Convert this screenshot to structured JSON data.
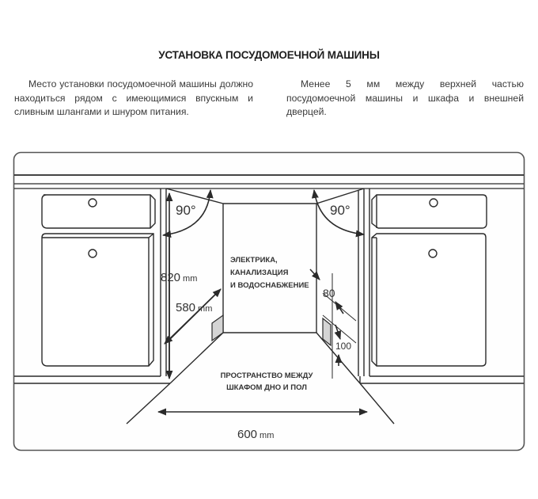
{
  "header": {
    "title": "УСТАНОВКА ПОСУДОМОЕЧНОЙ МАШИНЫ"
  },
  "instructions": {
    "left": "Место установки посудомоечной машины должно находиться рядом с имеющимися впускным и сливным шлангами и шнуром питания.",
    "right": "Менее 5 мм между верхней частью посудомоечной машины и шкафа и внешней дверцей."
  },
  "diagram": {
    "left_angle": "90°",
    "right_angle": "90°",
    "height_value": "820",
    "height_unit": "mm",
    "depth_value": "580",
    "depth_unit": "mm",
    "width_value": "600",
    "width_unit": "mm",
    "side_gap_top": "80",
    "side_gap_bottom": "100",
    "utilities_label": [
      "ЭЛЕКТРИКА,",
      "КАНАЛИЗАЦИЯ",
      "И ВОДОСНАБЖЕНИЕ"
    ],
    "floor_space_label": [
      "ПРОСТРАНСТВО МЕЖДУ",
      "ШКАФОМ ДНО И ПОЛ"
    ],
    "colors": {
      "line": "#2a2a2a",
      "frame": "#555555",
      "shade": "#d4d4d4"
    }
  }
}
